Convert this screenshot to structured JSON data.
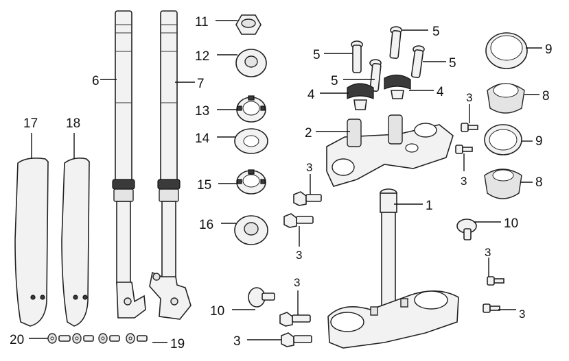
{
  "callouts": {
    "c1": "1",
    "c2": "2",
    "c3a": "3",
    "c3b": "3",
    "c3c": "3",
    "c3d": "3",
    "c3e": "3",
    "c3f": "3",
    "c3g": "3",
    "c3h": "3",
    "c4a": "4",
    "c4b": "4",
    "c5a": "5",
    "c5b": "5",
    "c5c": "5",
    "c5d": "5",
    "c6": "6",
    "c7": "7",
    "c8a": "8",
    "c8b": "8",
    "c9a": "9",
    "c9b": "9",
    "c10a": "10",
    "c10b": "10",
    "c11": "11",
    "c12": "12",
    "c13": "13",
    "c14": "14",
    "c15": "15",
    "c16": "16",
    "c17": "17",
    "c18": "18",
    "c19": "19",
    "c20": "20"
  }
}
